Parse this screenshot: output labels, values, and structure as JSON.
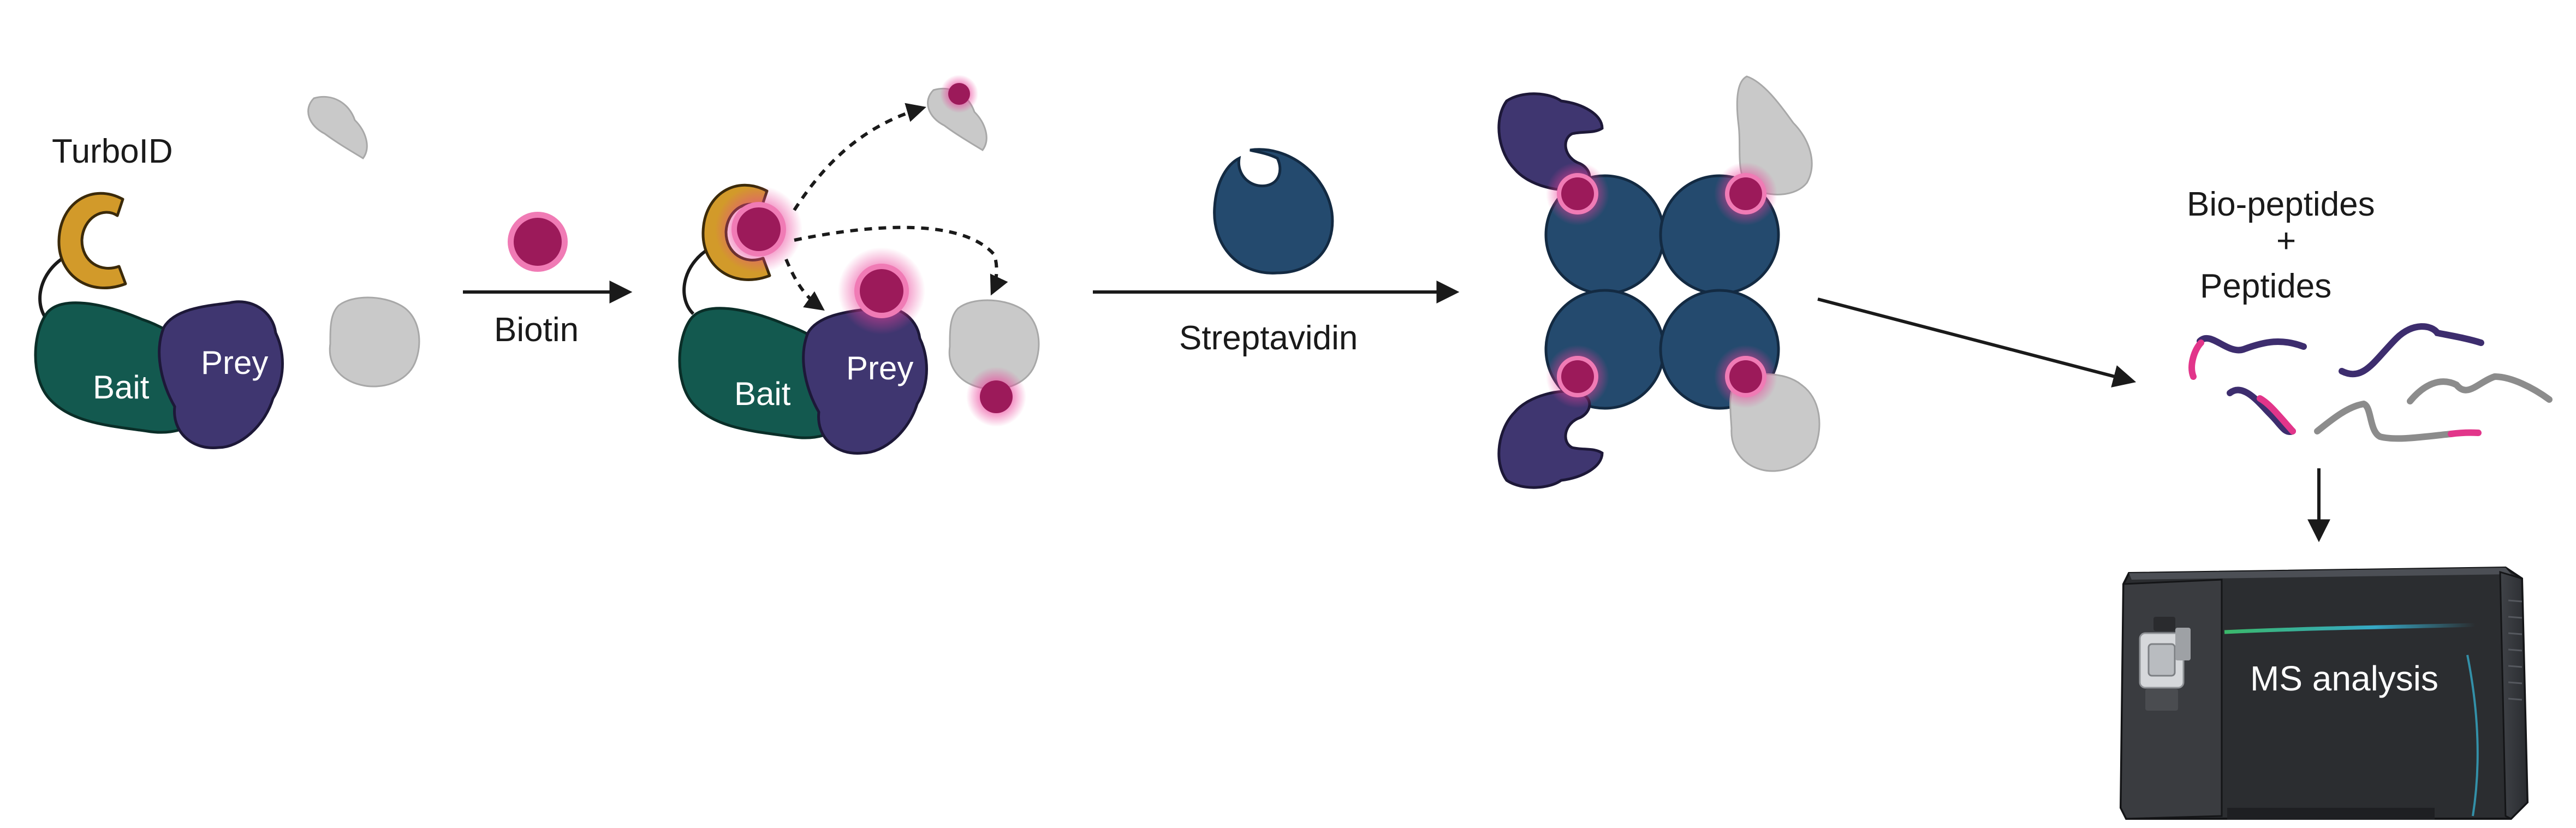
{
  "labels": {
    "turboid": "TurboID",
    "bait": "Bait",
    "prey": "Prey",
    "biotin": "Biotin",
    "streptavidin": "Streptavidin",
    "bio_peptides": "Bio-peptides",
    "plus": "+",
    "peptides": "Peptides",
    "ms_analysis": "MS analysis"
  },
  "colors": {
    "turboid": "#d29a2a",
    "bait": "#13594f",
    "prey": "#3f3670",
    "streptavidin": "#244a6e",
    "biotin": "#9c1a5a",
    "biotin_glow": "#ea3f98",
    "unlabeled_protein": "#c9c9c9",
    "peptide_purple": "#3d2d6e",
    "peptide_gray": "#8c8c8c",
    "instrument_body": "#2b2d30"
  },
  "icons": {
    "turboid": "turboid-enzyme-icon",
    "bait": "bait-protein-icon",
    "prey": "prey-protein-icon",
    "biotin": "biotin-molecule-icon",
    "streptavidin": "streptavidin-tetramer-icon",
    "unlabeled": "unlabeled-protein-icon",
    "peptide": "peptide-chain-icon",
    "instrument": "mass-spectrometer-icon"
  }
}
